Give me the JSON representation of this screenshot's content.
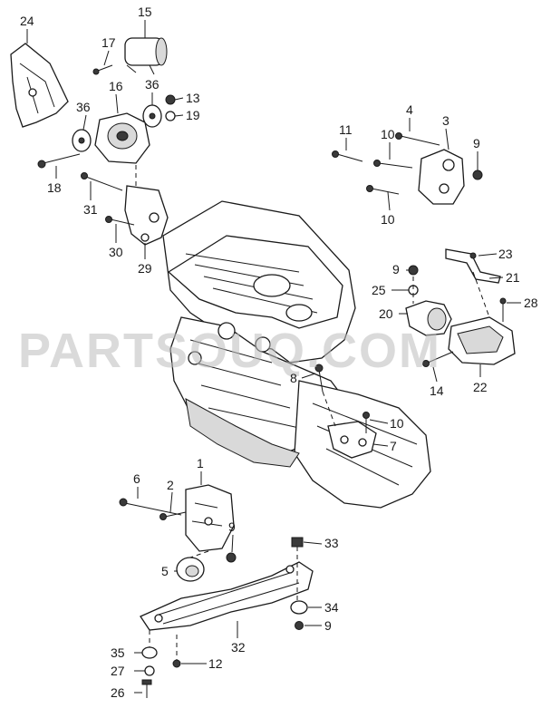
{
  "watermark": "PARTSOUQ.COM",
  "callouts": [
    "24",
    "15",
    "17",
    "16",
    "36",
    "36",
    "13",
    "19",
    "18",
    "31",
    "30",
    "29",
    "11",
    "4",
    "3",
    "10",
    "9",
    "10",
    "9",
    "23",
    "21",
    "25",
    "28",
    "20",
    "8",
    "14",
    "22",
    "10",
    "7",
    "6",
    "2",
    "1",
    "9",
    "5",
    "33",
    "34",
    "9",
    "32",
    "35",
    "27",
    "12",
    "26"
  ]
}
